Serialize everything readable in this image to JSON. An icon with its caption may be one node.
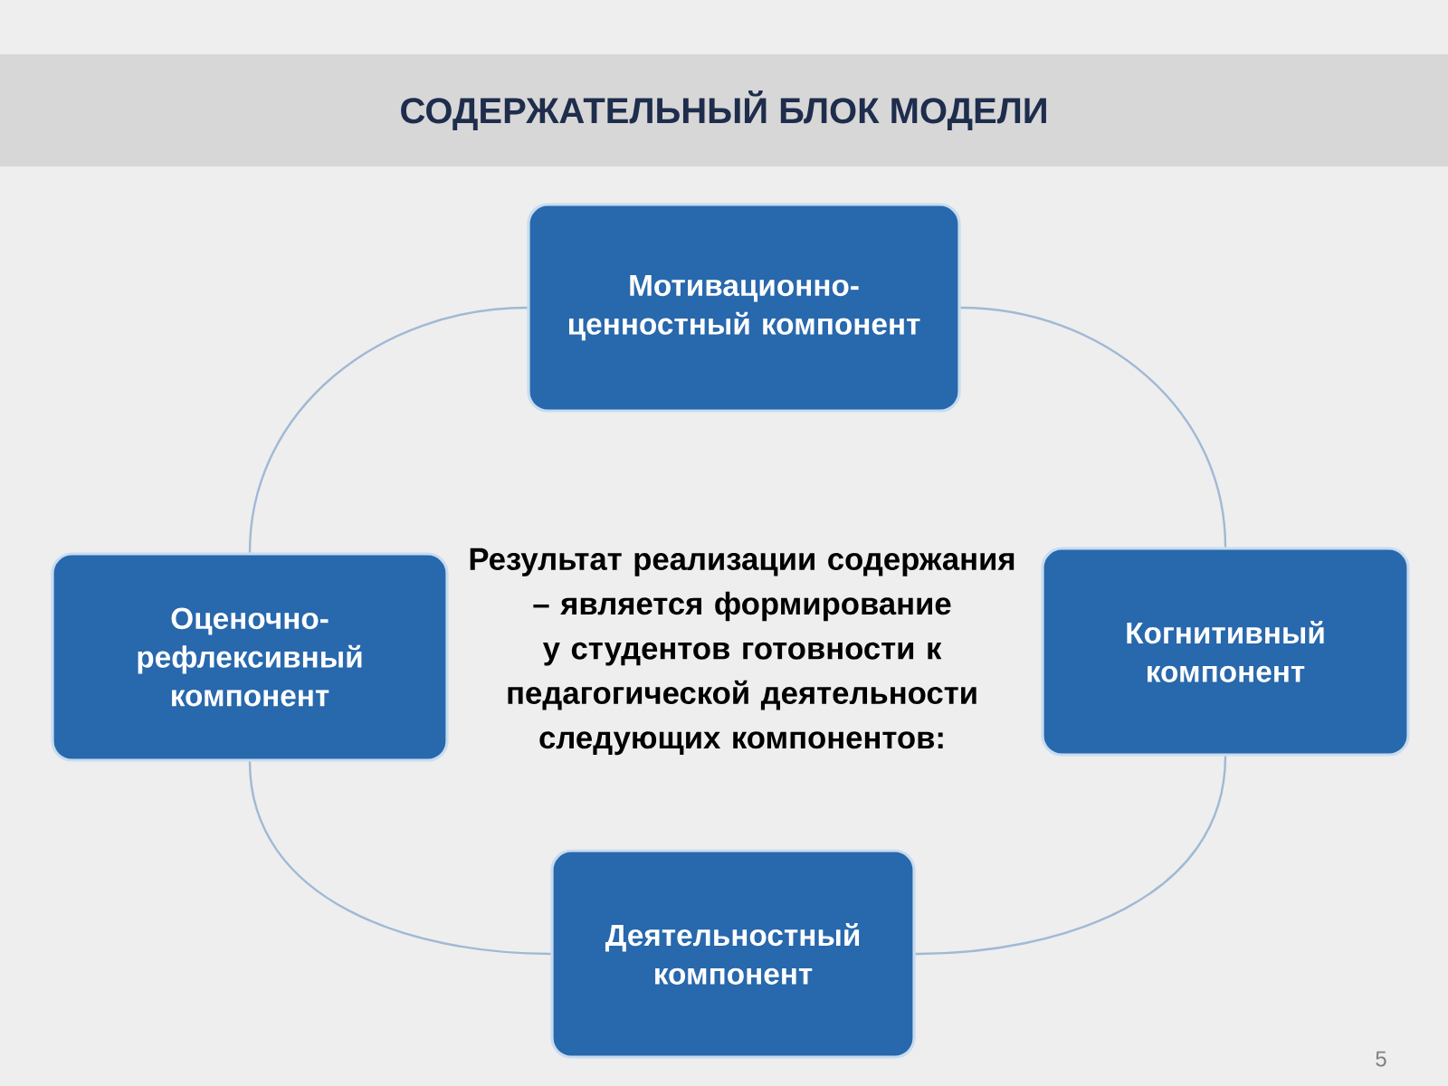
{
  "diagram": {
    "title": "СОДЕРЖАТЕЛЬНЫЙ БЛОК МОДЕЛИ",
    "nodes": [
      {
        "text": [
          "Мотивационно-ценностный компонент"
        ]
      },
      {
        "text": [
          "Оценочно-рефлексивный компонент"
        ]
      },
      {
        "text": [
          "Когнитивный компонент"
        ]
      },
      {
        "text": [
          "Деятельностный компонент"
        ]
      }
    ],
    "edges": [
      {
        "from": 0,
        "to": 2,
        "arrow": "none"
      },
      {
        "from": 2,
        "to": 3,
        "arrow": "none"
      },
      {
        "from": 3,
        "to": 1,
        "arrow": "none"
      },
      {
        "from": 1,
        "to": 0,
        "arrow": "none"
      }
    ],
    "labels": [
      "Результат реализации содержания – является формирование у студентов готовности к педагогической деятельности следующих компонентов:",
      "5"
    ]
  }
}
